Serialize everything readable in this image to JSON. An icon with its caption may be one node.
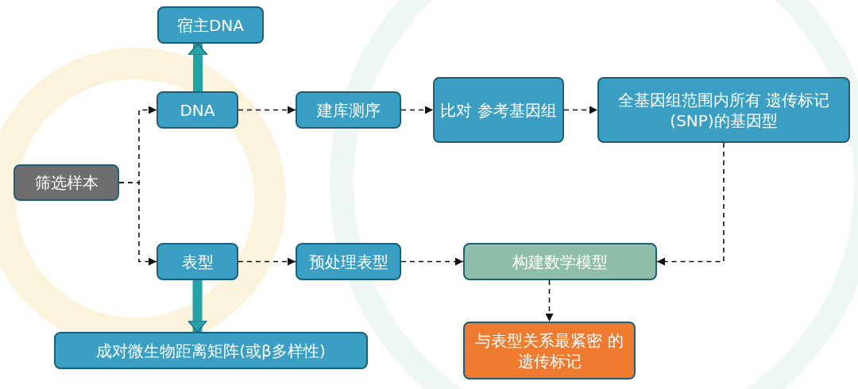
{
  "diagram": {
    "nodes": [
      {
        "text": [
          "宿主DNA"
        ]
      },
      {
        "text": [
          "DNA"
        ]
      },
      {
        "text": [
          "建库测序"
        ]
      },
      {
        "text": [
          "比对 参考基因组"
        ]
      },
      {
        "text": [
          "全基因组范围内所有 遗传标记(SNP)的基因型"
        ]
      },
      {
        "text": [
          "筛选样本"
        ]
      },
      {
        "text": [
          "表型"
        ]
      },
      {
        "text": [
          "预处理表型"
        ]
      },
      {
        "text": [
          "构建数学模型"
        ]
      },
      {
        "text": [
          "成对微生物距离矩阵(或β多样性)"
        ]
      },
      {
        "text": [
          "与表型关系最紧密 的遗传标记"
        ]
      }
    ],
    "edges": [
      {
        "from": 1,
        "to": 0,
        "arrow": "to",
        "style": "thick",
        "color": "#23a3a6"
      },
      {
        "from": 5,
        "to": 1,
        "arrow": "to",
        "style": "dashed"
      },
      {
        "from": 5,
        "to": 6,
        "arrow": "to",
        "style": "dashed"
      },
      {
        "from": 1,
        "to": 2,
        "arrow": "to",
        "style": "dashed"
      },
      {
        "from": 2,
        "to": 3,
        "arrow": "to",
        "style": "dashed"
      },
      {
        "from": 3,
        "to": 4,
        "arrow": "to",
        "style": "dashed"
      },
      {
        "from": 4,
        "to": 8,
        "arrow": "to",
        "style": "dashed"
      },
      {
        "from": 6,
        "to": 7,
        "arrow": "to",
        "style": "dashed"
      },
      {
        "from": 7,
        "to": 8,
        "arrow": "to",
        "style": "dashed"
      },
      {
        "from": 8,
        "to": 10,
        "arrow": "to",
        "style": "dashed"
      },
      {
        "from": 6,
        "to": 9,
        "arrow": "to",
        "style": "thick",
        "color": "#23a3a6"
      }
    ]
  }
}
